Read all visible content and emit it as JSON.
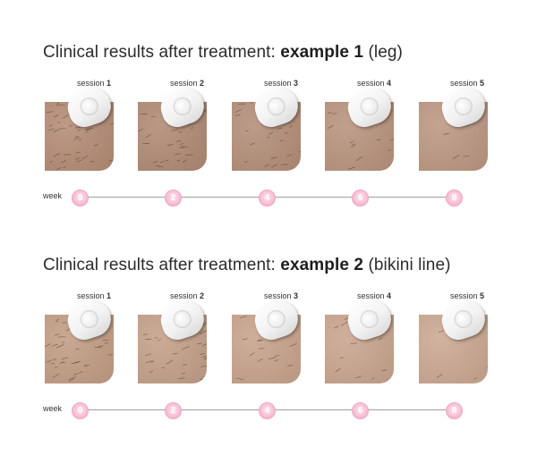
{
  "examples": [
    {
      "title_prefix": "Clinical results after treatment: ",
      "title_bold": "example 1",
      "title_suffix": " (leg)",
      "sessions": [
        {
          "label": "session",
          "num": "1",
          "skin": "#b48c75"
        },
        {
          "label": "session",
          "num": "2",
          "skin": "#b08a73"
        },
        {
          "label": "session",
          "num": "3",
          "skin": "#b38e78"
        },
        {
          "label": "session",
          "num": "4",
          "skin": "#b8937d"
        },
        {
          "label": "session",
          "num": "5",
          "skin": "#bc9782"
        }
      ],
      "week_label": "week",
      "weeks": [
        "0",
        "2",
        "4",
        "6",
        "8"
      ]
    },
    {
      "title_prefix": "Clinical results after treatment: ",
      "title_bold": "example 2",
      "title_suffix": " (bikini line)",
      "sessions": [
        {
          "label": "session",
          "num": "1",
          "skin": "#c29d84"
        },
        {
          "label": "session",
          "num": "2",
          "skin": "#c4a088"
        },
        {
          "label": "session",
          "num": "3",
          "skin": "#c8a38b"
        },
        {
          "label": "session",
          "num": "4",
          "skin": "#c9a58e"
        },
        {
          "label": "session",
          "num": "5",
          "skin": "#cba891"
        }
      ],
      "week_label": "week",
      "weeks": [
        "0",
        "2",
        "4",
        "6",
        "8"
      ]
    }
  ],
  "colors": {
    "timeline_dot": "#f6b7cf",
    "timeline_line": "#a0a0a0"
  }
}
